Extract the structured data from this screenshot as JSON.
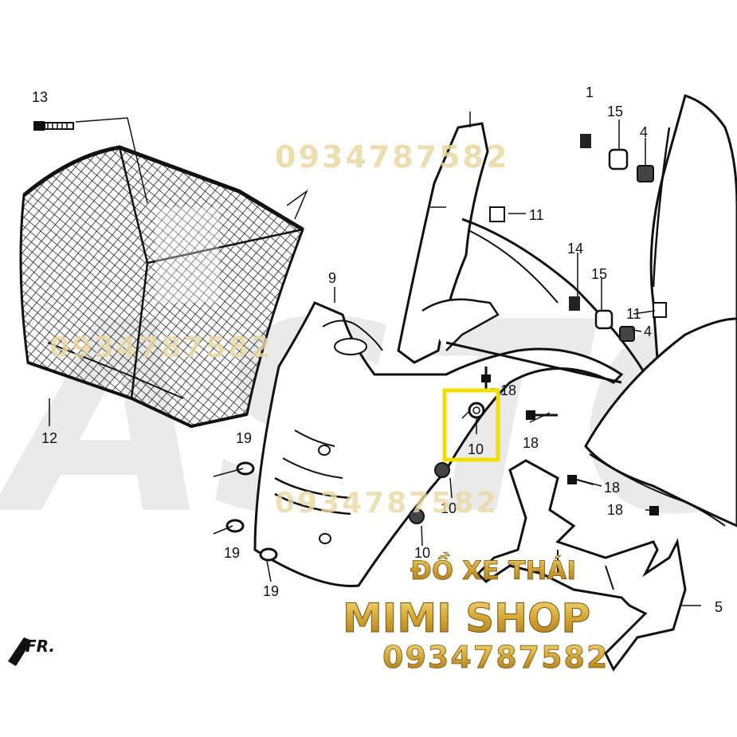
{
  "diagram": {
    "part_numbers": {
      "p1": "1",
      "p4": "4",
      "p4b": "4",
      "p5": "5",
      "p9": "9",
      "p10": "10",
      "p10b": "10",
      "p10c": "10",
      "p11": "11",
      "p11b": "11",
      "p12": "12",
      "p13": "13",
      "p14": "14",
      "p15": "15",
      "p15b": "15",
      "p18": "18",
      "p18b": "18",
      "p18c": "18",
      "p18d": "18",
      "p19": "19",
      "p19b": "19",
      "p19c": "19"
    },
    "front_marker": "FR.",
    "background_letters": "ASTO",
    "highlight_color": "#f2df00"
  },
  "watermarks": {
    "top": "0934787582",
    "middle": "0934787582",
    "lower": "0934787582"
  },
  "branding": {
    "tagline": "ĐỒ XE THÁI",
    "shop_name": "MIMI SHOP",
    "phone": "0934787582",
    "gold_color": "#c99a1e"
  }
}
